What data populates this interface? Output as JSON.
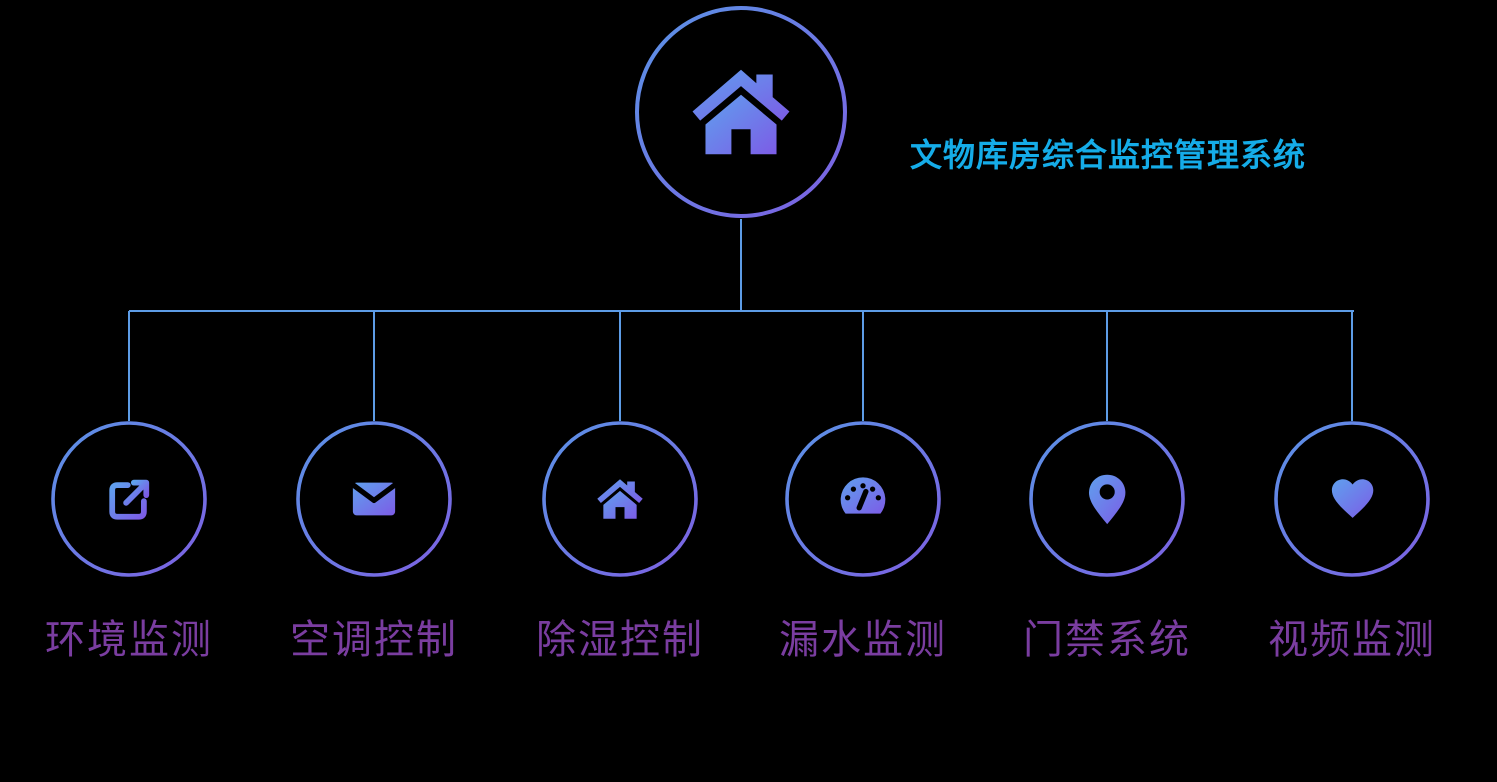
{
  "title": {
    "text": "文物库房综合监控管理系统"
  },
  "root_node": {
    "icon": "home-icon"
  },
  "nodes": [
    {
      "label": "环境监测",
      "icon": "external-link-icon"
    },
    {
      "label": "空调控制",
      "icon": "envelope-icon"
    },
    {
      "label": "除湿控制",
      "icon": "home-icon"
    },
    {
      "label": "漏水监测",
      "icon": "gauge-icon"
    },
    {
      "label": "门禁系统",
      "icon": "location-pin-icon"
    },
    {
      "label": "视频监测",
      "icon": "heart-icon"
    }
  ],
  "colors": {
    "background": "#000000",
    "title_text": "#15ace8",
    "label_text": "#7a3da0",
    "connector_line": "#5d9ce6",
    "circle_gradient_start": "#5a93e6",
    "circle_gradient_end": "#7d60e2",
    "icon_gradient_start": "#5fa0ee",
    "icon_gradient_end": "#7c5ce6"
  }
}
